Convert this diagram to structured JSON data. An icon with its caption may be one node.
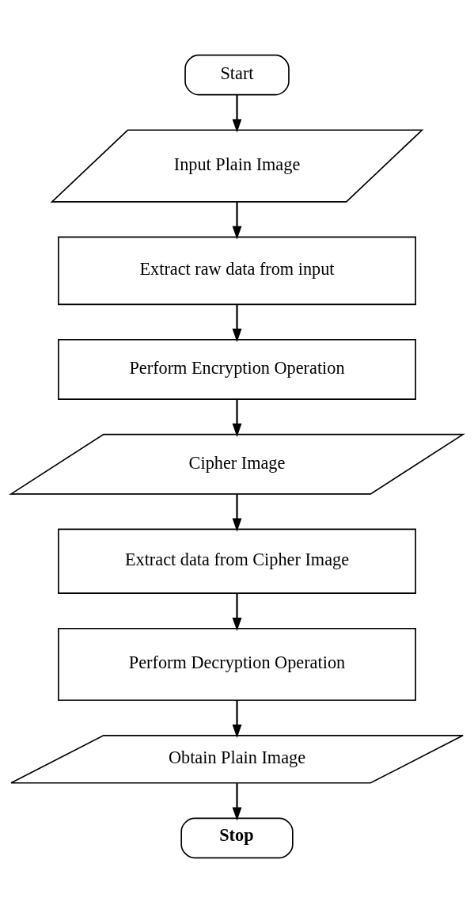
{
  "diagram": {
    "nodes": [
      {
        "text": [
          "Start"
        ]
      },
      {
        "text": [
          "Input Plain Image"
        ]
      },
      {
        "text": [
          "Extract raw data from input"
        ]
      },
      {
        "text": [
          "Perform Encryption Operation"
        ]
      },
      {
        "text": [
          "Cipher Image"
        ]
      },
      {
        "text": [
          "Extract data from Cipher Image"
        ]
      },
      {
        "text": [
          "Perform Decryption Operation"
        ]
      },
      {
        "text": [
          "Obtain Plain Image"
        ]
      },
      {
        "text": [
          "Stop"
        ]
      }
    ],
    "edges": [
      {
        "from": 0,
        "to": 1,
        "arrow": "to"
      },
      {
        "from": 1,
        "to": 2,
        "arrow": "to"
      },
      {
        "from": 2,
        "to": 3,
        "arrow": "to"
      },
      {
        "from": 3,
        "to": 4,
        "arrow": "to"
      },
      {
        "from": 4,
        "to": 5,
        "arrow": "to"
      },
      {
        "from": 5,
        "to": 6,
        "arrow": "to"
      },
      {
        "from": 6,
        "to": 7,
        "arrow": "to"
      },
      {
        "from": 7,
        "to": 8,
        "arrow": "to"
      }
    ]
  }
}
